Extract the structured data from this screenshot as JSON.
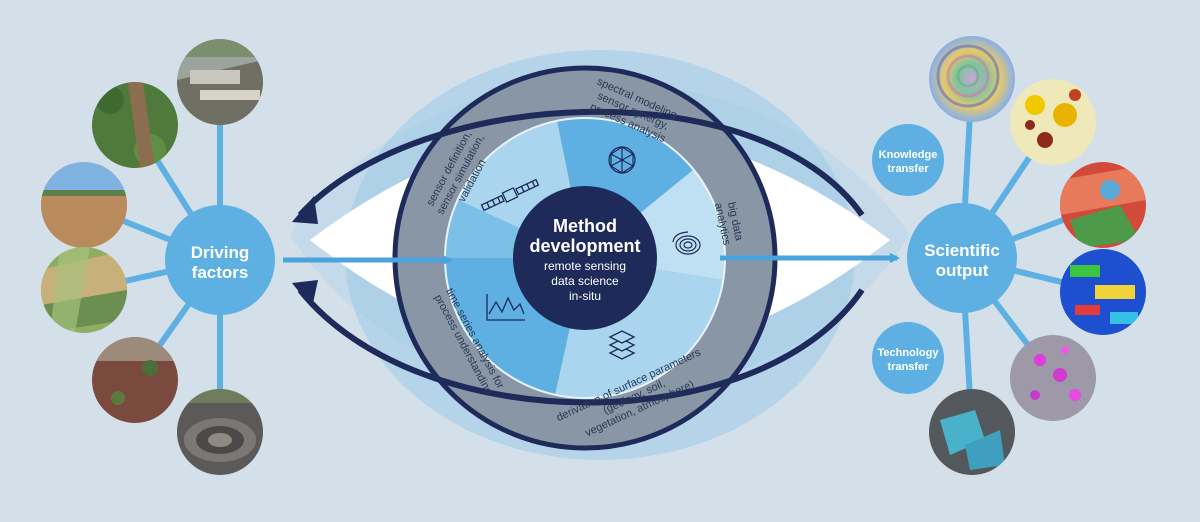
{
  "left_hub": {
    "line1": "Driving",
    "line2": "factors"
  },
  "right_hub": {
    "line1": "Scientific",
    "line2": "output"
  },
  "knowledge": {
    "line1": "Knowledge",
    "line2": "transfer"
  },
  "technology": {
    "line1": "Technology",
    "line2": "transfer"
  },
  "center": {
    "title1": "Method",
    "title2": "development",
    "sub1": "remote sensing",
    "sub2": "data science",
    "sub3": "in-situ"
  },
  "ring_labels": {
    "sensor": [
      "sensor definition,",
      "sensor simulation,",
      "validation"
    ],
    "spectral": [
      "spectral modeling,",
      "sensor synergy,",
      "process analysis"
    ],
    "bigdata": [
      "big data",
      "analytics"
    ],
    "derivation": [
      "derivation of surface parameters",
      "(geology, soil,",
      "vegetation, atmosphere)"
    ],
    "timeseries": [
      "time series analysis for",
      "process understanding"
    ]
  },
  "icons": {
    "sensor": "satellite-icon",
    "spectral": "geodesic-sphere-icon",
    "bigdata": "fingerprint-icon",
    "derivation": "layers-icon",
    "timeseries": "line-graph-icon"
  },
  "driving_photos": [
    "flood-damage",
    "forest-ravine",
    "dry-field",
    "patchwork-farmland",
    "heath-landscape",
    "open-pit-mine"
  ],
  "output_images": [
    "interferogram",
    "yellow-map",
    "red-land-cover",
    "blue-classification",
    "magenta-points",
    "cyan-overlay"
  ],
  "colors": {
    "background": "#d3e0ea",
    "accent_blue": "#4aa3dd",
    "hub_blue": "#5fb0e2",
    "dark_navy": "#1d2a5a",
    "ring_gray": "#8896a6"
  }
}
